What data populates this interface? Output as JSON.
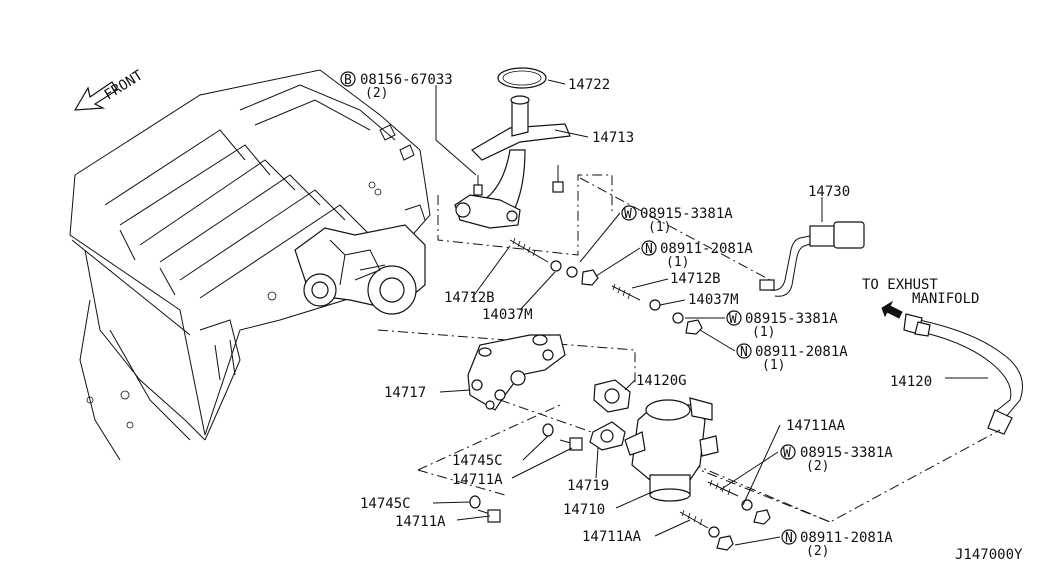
{
  "front_label": "FRONT",
  "exhaust_label_line1": "TO EXHUST",
  "exhaust_label_line2": "MANIFOLD",
  "drawing_id": "J147000Y",
  "prefix_badges": {
    "b": "B",
    "w": "W",
    "n": "N"
  },
  "callouts": {
    "bolt_b": "08156-67033",
    "bolt_b_qty": "(2)",
    "p14722": "14722",
    "p14713": "14713",
    "p14730": "14730",
    "washer_w1": "08915-3381A",
    "washer_w1_qty": "(1)",
    "nut_n1": "08911-2081A",
    "nut_n1_qty": "(1)",
    "p14712b_right": "14712B",
    "p14037m_right": "14037M",
    "washer_w2": "08915-3381A",
    "washer_w2_qty": "(1)",
    "nut_n2": "08911-2081A",
    "nut_n2_qty": "(1)",
    "p14712b_left": "14712B",
    "p14037m_left": "14037M",
    "p14717": "14717",
    "p14120g": "14120G",
    "p14120": "14120",
    "p14711aa_top": "14711AA",
    "washer_w3": "08915-3381A",
    "washer_w3_qty": "(2)",
    "p14745c_upper": "14745C",
    "p14711a_upper": "14711A",
    "p14719": "14719",
    "p14745c_lower": "14745C",
    "p14711a_lower": "14711A",
    "p14710": "14710",
    "p14711aa_bottom": "14711AA",
    "nut_n3": "08911-2081A",
    "nut_n3_qty": "(2)"
  }
}
